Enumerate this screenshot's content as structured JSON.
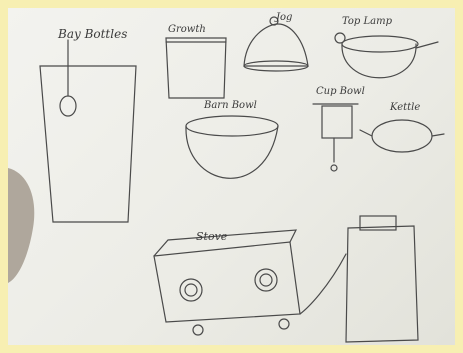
{
  "photo": {
    "description_free": true,
    "labels": {
      "bottle": "Bay Bottles",
      "jar": "Growth",
      "bowl_top": "Jog",
      "teapot": "Top Lamp",
      "bowl_big": "Barn Bowl",
      "funnel": "Cup Bowl",
      "kettle": "Kettle",
      "stove": "Stove"
    },
    "colors": {
      "paper": "#eeeee8",
      "pencil": "#3a3a3a",
      "border": "#f7efb2"
    }
  }
}
